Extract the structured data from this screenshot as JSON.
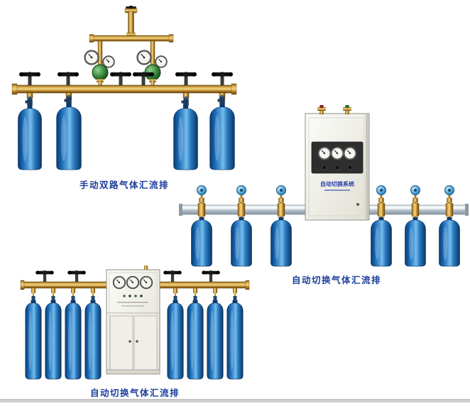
{
  "page": {
    "background": "#ffffff"
  },
  "figures": [
    {
      "id": "manual-dual-manifold",
      "caption": "手动双路气体汇流排"
    },
    {
      "id": "auto-switch-manifold-cabinet",
      "caption": "自动切换气体汇流排",
      "cabinet_label": "自动切换系统"
    },
    {
      "id": "auto-switch-manifold-floor-cabinet",
      "caption": "自动切换气体汇流排"
    }
  ],
  "colors": {
    "caption_blue": "#1c3e9c",
    "cylinder_blue": "#1565ae",
    "brass": "#c08a2e",
    "manifold_silver": "#aebbc6",
    "cabinet": "#f3f2ec",
    "regulator_green": "#2e7d32"
  }
}
